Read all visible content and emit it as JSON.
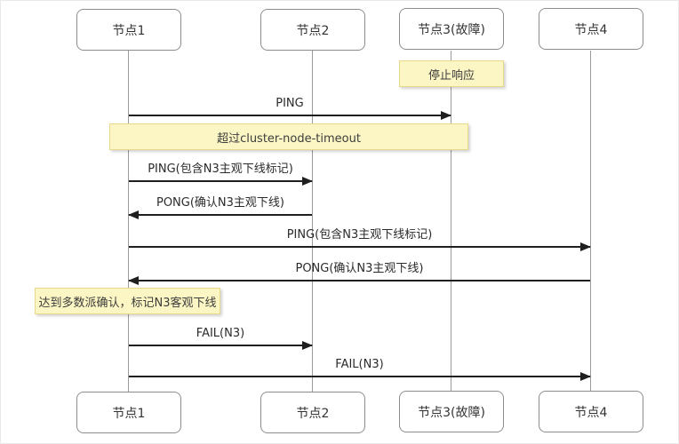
{
  "diagram_type": "sequence-diagram",
  "nodes": [
    {
      "label": "节点1"
    },
    {
      "label": "节点2"
    },
    {
      "label": "节点3(故障)"
    },
    {
      "label": "节点4"
    }
  ],
  "notes": [
    {
      "text": "停止响应",
      "attached_to": "节点3(故障)"
    },
    {
      "text": "超过cluster-node-timeout",
      "attached_to": "节点1-节点3"
    },
    {
      "text": "达到多数派确认，标记N3客观下线",
      "attached_to": "节点1"
    }
  ],
  "messages": [
    {
      "label": "PING",
      "from": "节点1",
      "to": "节点3(故障)",
      "direction": "right"
    },
    {
      "label": "PING(包含N3主观下线标记)",
      "from": "节点1",
      "to": "节点2",
      "direction": "right"
    },
    {
      "label": "PONG(确认N3主观下线)",
      "from": "节点2",
      "to": "节点1",
      "direction": "left"
    },
    {
      "label": "PING(包含N3主观下线标记)",
      "from": "节点1",
      "to": "节点4",
      "direction": "right"
    },
    {
      "label": "PONG(确认N3主观下线)",
      "from": "节点4",
      "to": "节点1",
      "direction": "left"
    },
    {
      "label": "FAIL(N3)",
      "from": "节点1",
      "to": "节点2",
      "direction": "right"
    },
    {
      "label": "FAIL(N3)",
      "from": "节点1",
      "to": "节点4",
      "direction": "right"
    }
  ],
  "colors": {
    "note_bg": "#fbf6c3",
    "note_border": "#e6d98a",
    "box_border": "#8c8c8c",
    "lifeline": "#9b9b9b",
    "arrow": "#1f1f1f",
    "text": "#333333",
    "background": "#ffffff"
  }
}
